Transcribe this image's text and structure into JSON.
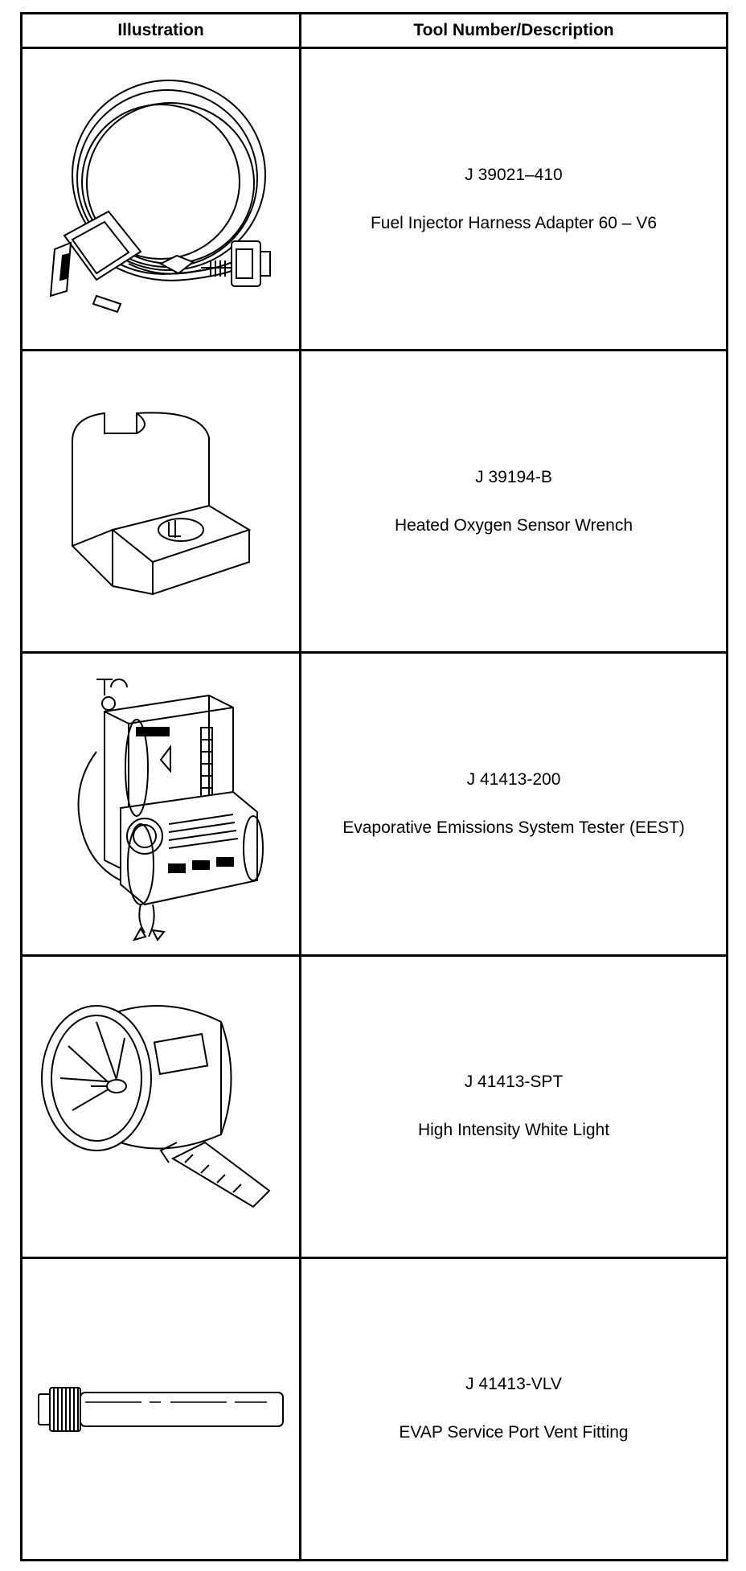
{
  "table": {
    "headers": [
      "Illustration",
      "Tool Number/Description"
    ],
    "rows": [
      {
        "icon": "harness-adapter-icon",
        "number": "J 39021–410",
        "description": "Fuel Injector Harness Adapter 60 – V6"
      },
      {
        "icon": "socket-wrench-icon",
        "number": "J 39194-B",
        "description": "Heated Oxygen Sensor Wrench"
      },
      {
        "icon": "emissions-tester-icon",
        "number": "J 41413-200",
        "description": "Evaporative Emissions System Tester (EEST)"
      },
      {
        "icon": "spotlight-icon",
        "number": "J 41413-SPT",
        "description": "High Intensity White Light"
      },
      {
        "icon": "vent-fitting-icon",
        "number": "J 41413-VLV",
        "description": "EVAP Service Port Vent Fitting"
      }
    ]
  }
}
